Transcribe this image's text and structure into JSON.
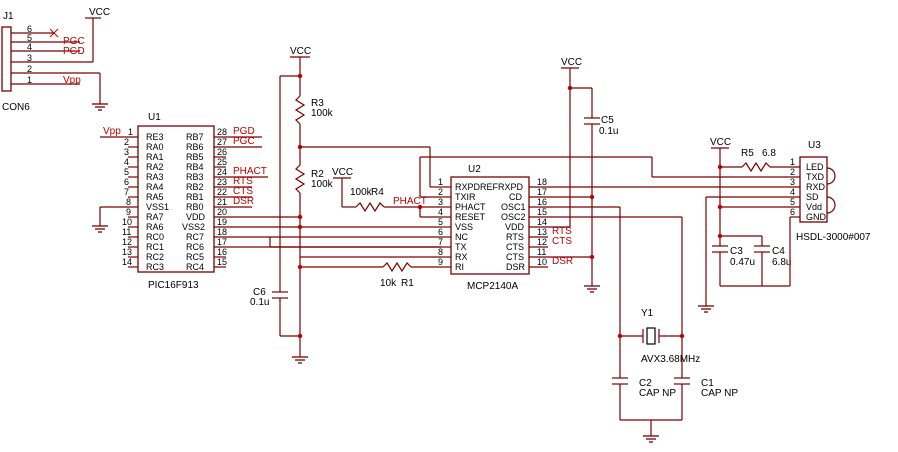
{
  "connector": {
    "ref": "J1",
    "value": "CON6",
    "pins": [
      "6",
      "5",
      "4",
      "3",
      "2",
      "1"
    ],
    "nets": {
      "pin5": "PGC",
      "pin4": "PGD",
      "pin1": "Vpp"
    }
  },
  "power": {
    "vcc": "VCC"
  },
  "u1": {
    "ref": "U1",
    "part": "PIC16F913",
    "vpp": "Vpp",
    "left": [
      {
        "pin": "1",
        "name": "RE3"
      },
      {
        "pin": "2",
        "name": "RA0"
      },
      {
        "pin": "3",
        "name": "RA1"
      },
      {
        "pin": "4",
        "name": "RA2"
      },
      {
        "pin": "5",
        "name": "RA3"
      },
      {
        "pin": "6",
        "name": "RA4"
      },
      {
        "pin": "7",
        "name": "RA5"
      },
      {
        "pin": "8",
        "name": "VSS1"
      },
      {
        "pin": "9",
        "name": "RA7"
      },
      {
        "pin": "10",
        "name": "RA6"
      },
      {
        "pin": "11",
        "name": "RC0"
      },
      {
        "pin": "12",
        "name": "RC1"
      },
      {
        "pin": "13",
        "name": "RC2"
      },
      {
        "pin": "14",
        "name": "RC3"
      }
    ],
    "right": [
      {
        "pin": "28",
        "name": "RB7",
        "net": "PGD"
      },
      {
        "pin": "27",
        "name": "RB6",
        "net": "PGC"
      },
      {
        "pin": "26",
        "name": "RB5",
        "net": ""
      },
      {
        "pin": "25",
        "name": "RB4",
        "net": ""
      },
      {
        "pin": "24",
        "name": "RB3",
        "net": "PHACT"
      },
      {
        "pin": "23",
        "name": "RB2",
        "net": "RTS"
      },
      {
        "pin": "22",
        "name": "RB1",
        "net": "CTS"
      },
      {
        "pin": "21",
        "name": "RB0",
        "net": "DSR"
      },
      {
        "pin": "20",
        "name": "VDD",
        "net": ""
      },
      {
        "pin": "19",
        "name": "VSS2",
        "net": ""
      },
      {
        "pin": "18",
        "name": "RC7",
        "net": ""
      },
      {
        "pin": "17",
        "name": "RC6",
        "net": ""
      },
      {
        "pin": "16",
        "name": "RC5",
        "net": ""
      },
      {
        "pin": "15",
        "name": "RC4",
        "net": ""
      }
    ]
  },
  "u2": {
    "ref": "U2",
    "part": "MCP2140A",
    "left": [
      {
        "pin": "1",
        "name": "RXPDREF"
      },
      {
        "pin": "2",
        "name": "TXIR"
      },
      {
        "pin": "3",
        "name": "PHACT"
      },
      {
        "pin": "4",
        "name": "RESET"
      },
      {
        "pin": "5",
        "name": "VSS"
      },
      {
        "pin": "6",
        "name": "NC"
      },
      {
        "pin": "7",
        "name": "TX"
      },
      {
        "pin": "8",
        "name": "RX"
      },
      {
        "pin": "9",
        "name": "RI"
      }
    ],
    "right": [
      {
        "pin": "18",
        "name": "RXPD",
        "net": ""
      },
      {
        "pin": "17",
        "name": "CD",
        "net": ""
      },
      {
        "pin": "16",
        "name": "OSC1",
        "net": ""
      },
      {
        "pin": "15",
        "name": "OSC2",
        "net": ""
      },
      {
        "pin": "14",
        "name": "VDD",
        "net": ""
      },
      {
        "pin": "13",
        "name": "RTS",
        "net": "RTS"
      },
      {
        "pin": "12",
        "name": "CTS",
        "net": "CTS"
      },
      {
        "pin": "11",
        "name": "CTS",
        "net": ""
      },
      {
        "pin": "10",
        "name": "DSR",
        "net": "DSR"
      }
    ],
    "phact": "PHACT"
  },
  "u3": {
    "ref": "U3",
    "part": "HSDL-3000#007",
    "pins": [
      {
        "pin": "1",
        "name": "LED"
      },
      {
        "pin": "2",
        "name": "TXD"
      },
      {
        "pin": "3",
        "name": "RXD"
      },
      {
        "pin": "4",
        "name": "SD"
      },
      {
        "pin": "5",
        "name": "Vdd"
      },
      {
        "pin": "6",
        "name": "GND"
      }
    ]
  },
  "parts": {
    "r1": {
      "ref": "R1",
      "value": "10k"
    },
    "r2": {
      "ref": "R2",
      "value": "100k"
    },
    "r3": {
      "ref": "R3",
      "value": "100k"
    },
    "r4": {
      "ref": "R4",
      "value": "100k"
    },
    "r5": {
      "ref": "R5",
      "value": "6.8"
    },
    "c1": {
      "ref": "C1",
      "value": "CAP NP"
    },
    "c2": {
      "ref": "C2",
      "value": "CAP NP"
    },
    "c3": {
      "ref": "C3",
      "value": "0.47u"
    },
    "c4": {
      "ref": "C4",
      "value": "6.8u"
    },
    "c5": {
      "ref": "C5",
      "value": "0.1u"
    },
    "c6": {
      "ref": "C6",
      "value": "0.1u"
    },
    "y1": {
      "ref": "Y1",
      "value": "AVX3.68MHz"
    }
  }
}
